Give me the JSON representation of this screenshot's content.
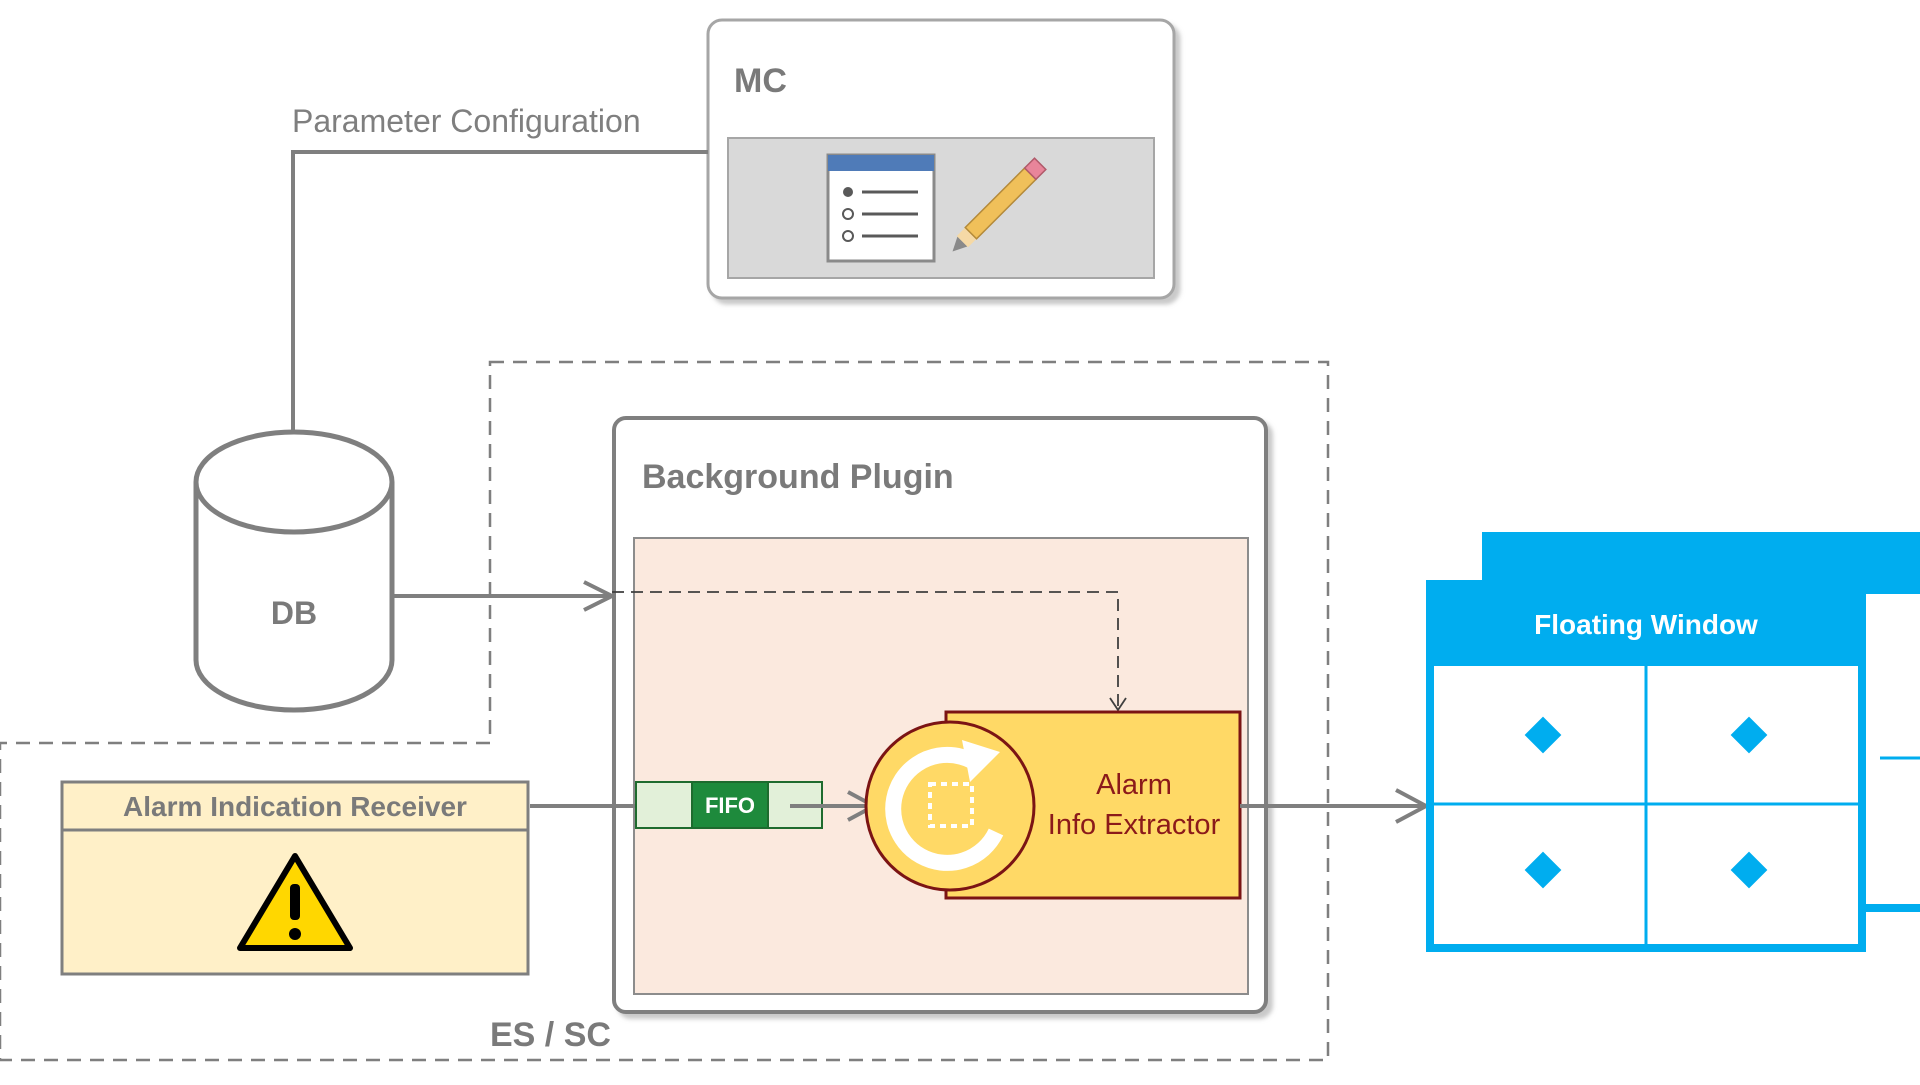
{
  "mc": {
    "title": "MC"
  },
  "edge_param": {
    "label": "Parameter Configuration"
  },
  "db": {
    "label": "DB"
  },
  "plugin": {
    "title": "Background Plugin"
  },
  "receiver": {
    "title": "Alarm Indication Receiver"
  },
  "fifo": {
    "label": "FIFO"
  },
  "extractor": {
    "line1": "Alarm",
    "line2": "Info Extractor"
  },
  "window": {
    "title": "Floating Window"
  },
  "region": {
    "label": "ES / SC"
  },
  "colors": {
    "line": "#7f7f7f",
    "window_blue": "#00adef",
    "extractor_fill": "#ffd966",
    "extractor_border": "#7b1414",
    "fifo_green": "#1e8a3c",
    "plugin_inner": "#fbe9de",
    "receiver_fill": "#fff0c8"
  },
  "icons": {
    "mc": [
      "list-form-icon",
      "pencil-icon"
    ],
    "receiver": "warning-icon",
    "extractor": "refresh-cycle-icon",
    "window_cells": "diamond-icon"
  }
}
